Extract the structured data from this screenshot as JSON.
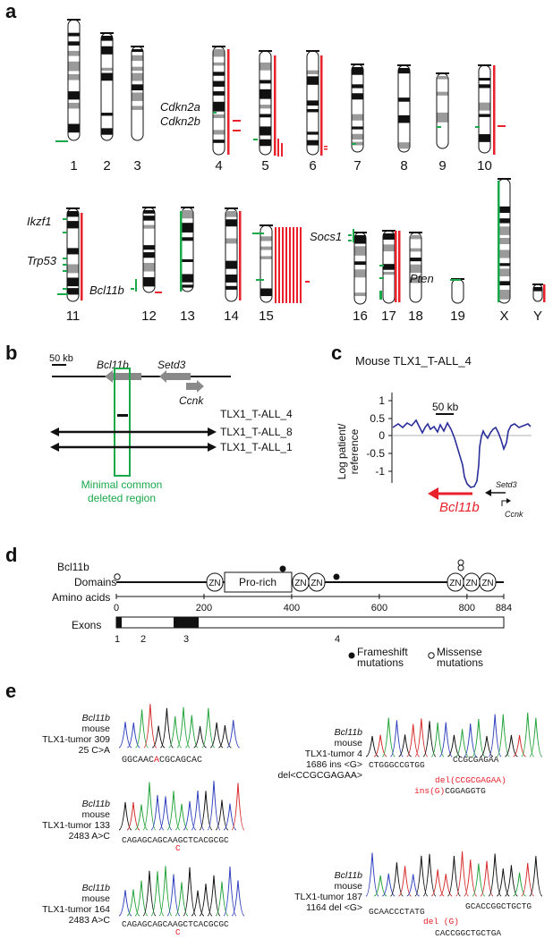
{
  "panels": {
    "a": "a",
    "b": "b",
    "c": "c",
    "d": "d",
    "e": "e"
  },
  "colors": {
    "deletion_red": "#e8212b",
    "amplification_green": "#19a84a",
    "curve_blue": "#2b2f9a",
    "trace_A": "#22a33a",
    "trace_C": "#2f3fbd",
    "trace_G": "#111111",
    "trace_T": "#d52a2a"
  },
  "panel_a": {
    "chromosomes_row1": [
      "1",
      "2",
      "3",
      "4",
      "5",
      "6",
      "7",
      "8",
      "9",
      "10"
    ],
    "chromosomes_row2": [
      "11",
      "12",
      "13",
      "14",
      "15",
      "16",
      "17",
      "18",
      "19",
      "X",
      "Y"
    ],
    "gene_labels": {
      "cdkn2a": "Cdkn2a",
      "cdkn2b": "Cdkn2b",
      "ikzf1": "Ikzf1",
      "trp53": "Trp53",
      "bcl11b": "Bcl11b",
      "socs1": "Socs1",
      "pten": "Pten"
    }
  },
  "panel_b": {
    "scale": "50 kb",
    "genes": {
      "bcl11b": "Bcl11b",
      "setd3": "Setd3",
      "ccnk": "Ccnk"
    },
    "samples": [
      "TLX1_T-ALL_4",
      "TLX1_T-ALL_8",
      "TLX1_T-ALL_1"
    ],
    "region_label_1": "Minimal common",
    "region_label_2": "deleted region"
  },
  "panel_c": {
    "title": "Mouse TLX1_T-ALL_4",
    "ylabel_1": "Log patient/",
    "ylabel_2": "reference",
    "yticks": [
      "1",
      "0.5",
      "0",
      "-0.5",
      "-1"
    ],
    "scale": "50 kb",
    "genes": {
      "bcl11b": "Bcl11b",
      "setd3": "Setd3",
      "ccnk": "Ccnk"
    }
  },
  "panel_d": {
    "protein": "Bcl11b",
    "domains_label": "Domains",
    "aa_label": "Amino acids",
    "exons_label": "Exons",
    "zn": "ZN",
    "prorich": "Pro-rich",
    "ticks": [
      "0",
      "200",
      "400",
      "600",
      "800",
      "884"
    ],
    "exon_numbers": [
      "1",
      "2",
      "3",
      "4"
    ],
    "legend_frameshift_1": "Frameshift",
    "legend_frameshift_2": "mutations",
    "legend_missense_1": "Missense",
    "legend_missense_2": "mutations"
  },
  "panel_e": {
    "traces": [
      {
        "gene": "Bcl11b",
        "line2": "mouse",
        "line3": "TLX1-tumor 309",
        "line4": "25 C>A",
        "seq_pre": "GGCAAC",
        "seq_mut": "A",
        "seq_post": "CGCAGCAC"
      },
      {
        "gene": "Bcl11b",
        "line2": "mouse",
        "line3": "TLX1-tumor  133",
        "line4": "2483 A>C",
        "seq_pre": "CAGAGCAGCA",
        "seq_mut": "A",
        "seq_sub": "C",
        "seq_post": "GCTCACGCGC"
      },
      {
        "gene": "Bcl11b",
        "line2": "mouse",
        "line3": "TLX1-tumor 164",
        "line4": "2483 A>C",
        "seq_pre": "CAGAGCAGCA",
        "seq_mut": "A",
        "seq_sub": "C",
        "seq_post": "GCTCACGCGC"
      },
      {
        "gene": "Bcl11b",
        "line2": "mouse",
        "line3": "TLX1-tumor 4",
        "line4": "1686 ins <G>",
        "line5": "del<CCGCGAGAA>",
        "seq_a": "CTGGGCCGTGG",
        "seq_b": "CCGCGAGAA",
        "seq_del": "del(CCGCGAGAA)",
        "seq_ins": "ins(G)",
        "seq_c": "CGGAGGTG"
      },
      {
        "gene": "Bcl11b",
        "line2": "mouse",
        "line3": "TLX1-tumor 187",
        "line4": "1164 del <G>",
        "seq_a": "GCAACCCTATG",
        "seq_b": "GCACCGGCTGCTG",
        "seq_del": "del (G)",
        "seq_c": "CACCGGCTGCTGA"
      }
    ]
  }
}
